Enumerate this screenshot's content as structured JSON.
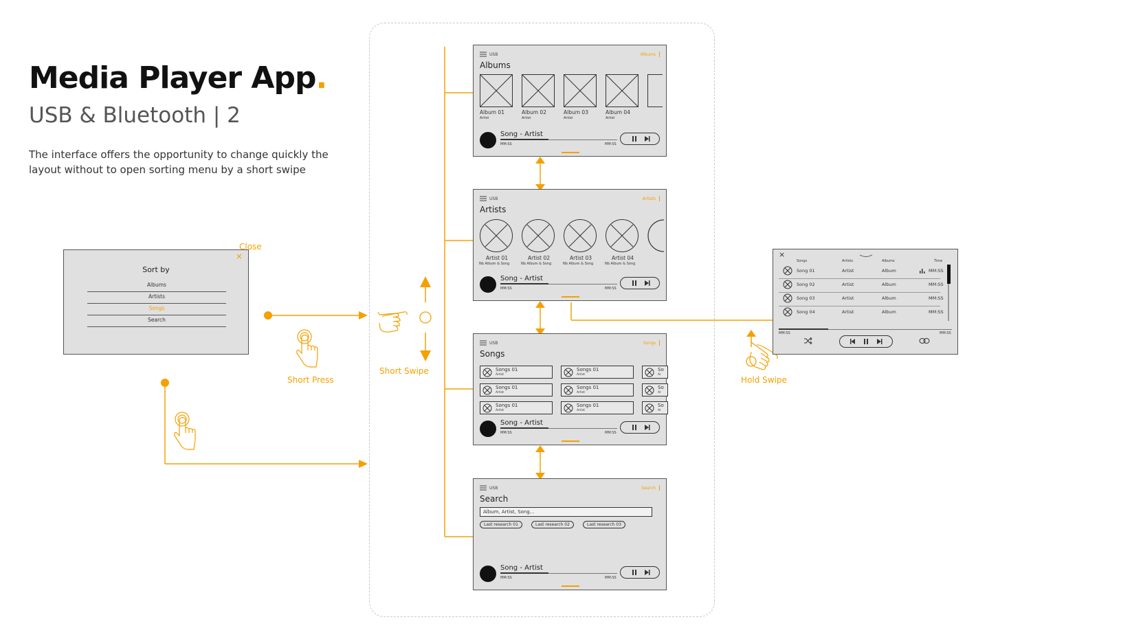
{
  "header": {
    "title": "Media Player App",
    "title_dot": ".",
    "subtitle": "USB & Bluetooth | 2",
    "description": "The interface offers the opportunity to change quickly the layout without to open sorting menu by a short swipe"
  },
  "annotations": {
    "close": "Close",
    "short_press": "Short Press",
    "short_swipe": "Short Swipe",
    "hold_swipe": "Hold Swipe"
  },
  "colors": {
    "accent": "#f5a000",
    "screen_bg": "#e0e0e0",
    "line": "#555555"
  },
  "sort_menu": {
    "title": "Sort by",
    "close_icon": "×",
    "items": [
      "Albums",
      "Artists",
      "Songs",
      "Search"
    ],
    "selected": "Songs"
  },
  "common": {
    "source": "USB",
    "song_label": "Song - Artist",
    "time": "MM:SS"
  },
  "albums_screen": {
    "crumb": "Albums",
    "title": "Albums",
    "tiles": [
      {
        "name": "Album 01",
        "sub": "Artist"
      },
      {
        "name": "Album 02",
        "sub": "Artist"
      },
      {
        "name": "Album 03",
        "sub": "Artist"
      },
      {
        "name": "Album 04",
        "sub": "Artist"
      }
    ]
  },
  "artists_screen": {
    "crumb": "Artists",
    "title": "Artists",
    "tiles": [
      {
        "name": "Artist 01",
        "sub": "Nb Album & Song"
      },
      {
        "name": "Artist 02",
        "sub": "Nb Album & Song"
      },
      {
        "name": "Artist 03",
        "sub": "Nb Album & Song"
      },
      {
        "name": "Artist 04",
        "sub": "Nb Album & Song"
      }
    ]
  },
  "songs_screen": {
    "crumb": "Songs",
    "title": "Songs",
    "card_title": "Songs 01",
    "card_sub": "Artist",
    "partial_title": "So",
    "partial_sub": "Ar"
  },
  "search_screen": {
    "crumb": "Search",
    "title": "Search",
    "placeholder": "Album, Artist, Song...",
    "chips": [
      "Last research 01",
      "Last research 02",
      "Last research 03"
    ]
  },
  "list_screen": {
    "close_icon": "×",
    "columns": [
      "Songs",
      "Artists",
      "Albums",
      "Time"
    ],
    "rows": [
      {
        "song": "Song 01",
        "artist": "Artist",
        "album": "Album",
        "time": "MM:SS"
      },
      {
        "song": "Song 02",
        "artist": "Artist",
        "album": "Album",
        "time": "MM:SS"
      },
      {
        "song": "Song 03",
        "artist": "Artist",
        "album": "Album",
        "time": "MM:SS"
      },
      {
        "song": "Song 04",
        "artist": "Artist",
        "album": "Album",
        "time": "MM:SS"
      }
    ],
    "time_left": "MM:SS",
    "time_right": "MM:SS"
  }
}
